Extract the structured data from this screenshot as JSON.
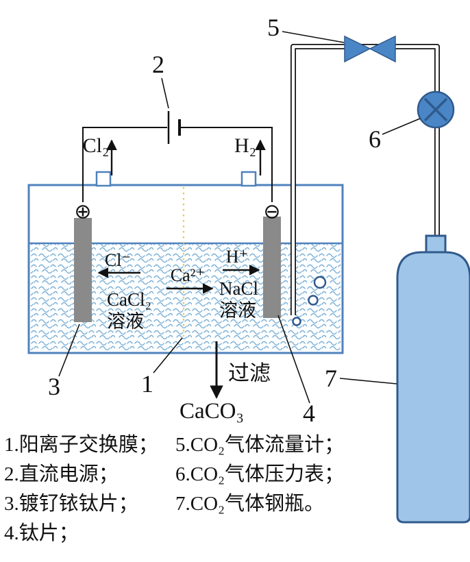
{
  "cell": {
    "gas_left": "Cl₂",
    "gas_right": "H₂",
    "anode_terminal": "⊕",
    "cathode_terminal": "⊖",
    "ion_left": "Cl⁻",
    "ion_center": "Ca²⁺",
    "ion_right": "H⁺",
    "left_solution_line1": "CaCl₂",
    "left_solution_line2": "溶液",
    "right_solution_line1": "NaCl",
    "right_solution_line2": "溶液",
    "filter_label": "过滤",
    "precipitate": "CaCO₃"
  },
  "callouts": {
    "n1": "1",
    "n2": "2",
    "n3": "3",
    "n4": "4",
    "n5": "5",
    "n6": "6",
    "n7": "7"
  },
  "legend": {
    "col1": [
      "1.阳离子交换膜；",
      "2.直流电源；",
      "3.镀钌铱钛片；",
      "4.钛片；"
    ],
    "col2": [
      "5.CO₂气体流量计；",
      "6.CO₂气体压力表；",
      "7.CO₂气体钢瓶。"
    ]
  },
  "colors": {
    "tank_border": "#4f81bd",
    "liquid_wave": "#7bafd4",
    "electrode_gray": "#8a8a8a",
    "membrane_yellow": "#e8c84a",
    "valve_blue": "#4a86c6",
    "cylinder_fill": "#9fc5e8",
    "cylinder_border": "#2f5a8c",
    "line_black": "#111111"
  }
}
